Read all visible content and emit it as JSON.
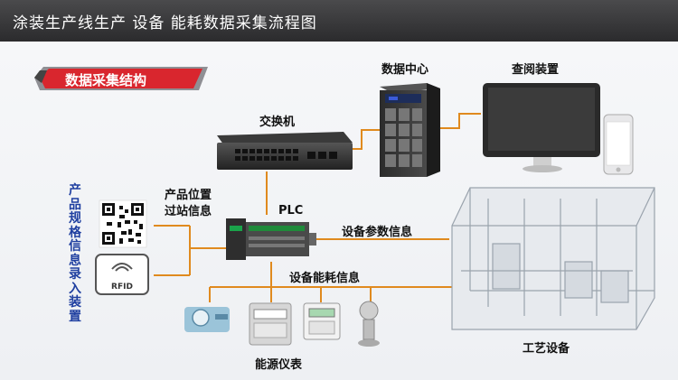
{
  "title": "涂装生产线生产 设备 能耗数据采集流程图",
  "section_banner": "数据采集结构",
  "nodes": {
    "switch": "交换机",
    "data_center": "数据中心",
    "viewer": "查阅装置",
    "plc": "PLC",
    "process_equipment": "工艺设备",
    "energy_meters": "能源仪表",
    "spec_input": "产品规格信息录入装置",
    "rfid_tag": "RFID"
  },
  "links": {
    "position_info": "产品位置\n过站信息",
    "equipment_params": "设备参数信息",
    "energy_info": "设备能耗信息"
  },
  "colors": {
    "title_bar": "#3a3a3c",
    "banner_red": "#d9262e",
    "connector": "#e08a1e",
    "vertical_label": "#1f3fa0"
  }
}
